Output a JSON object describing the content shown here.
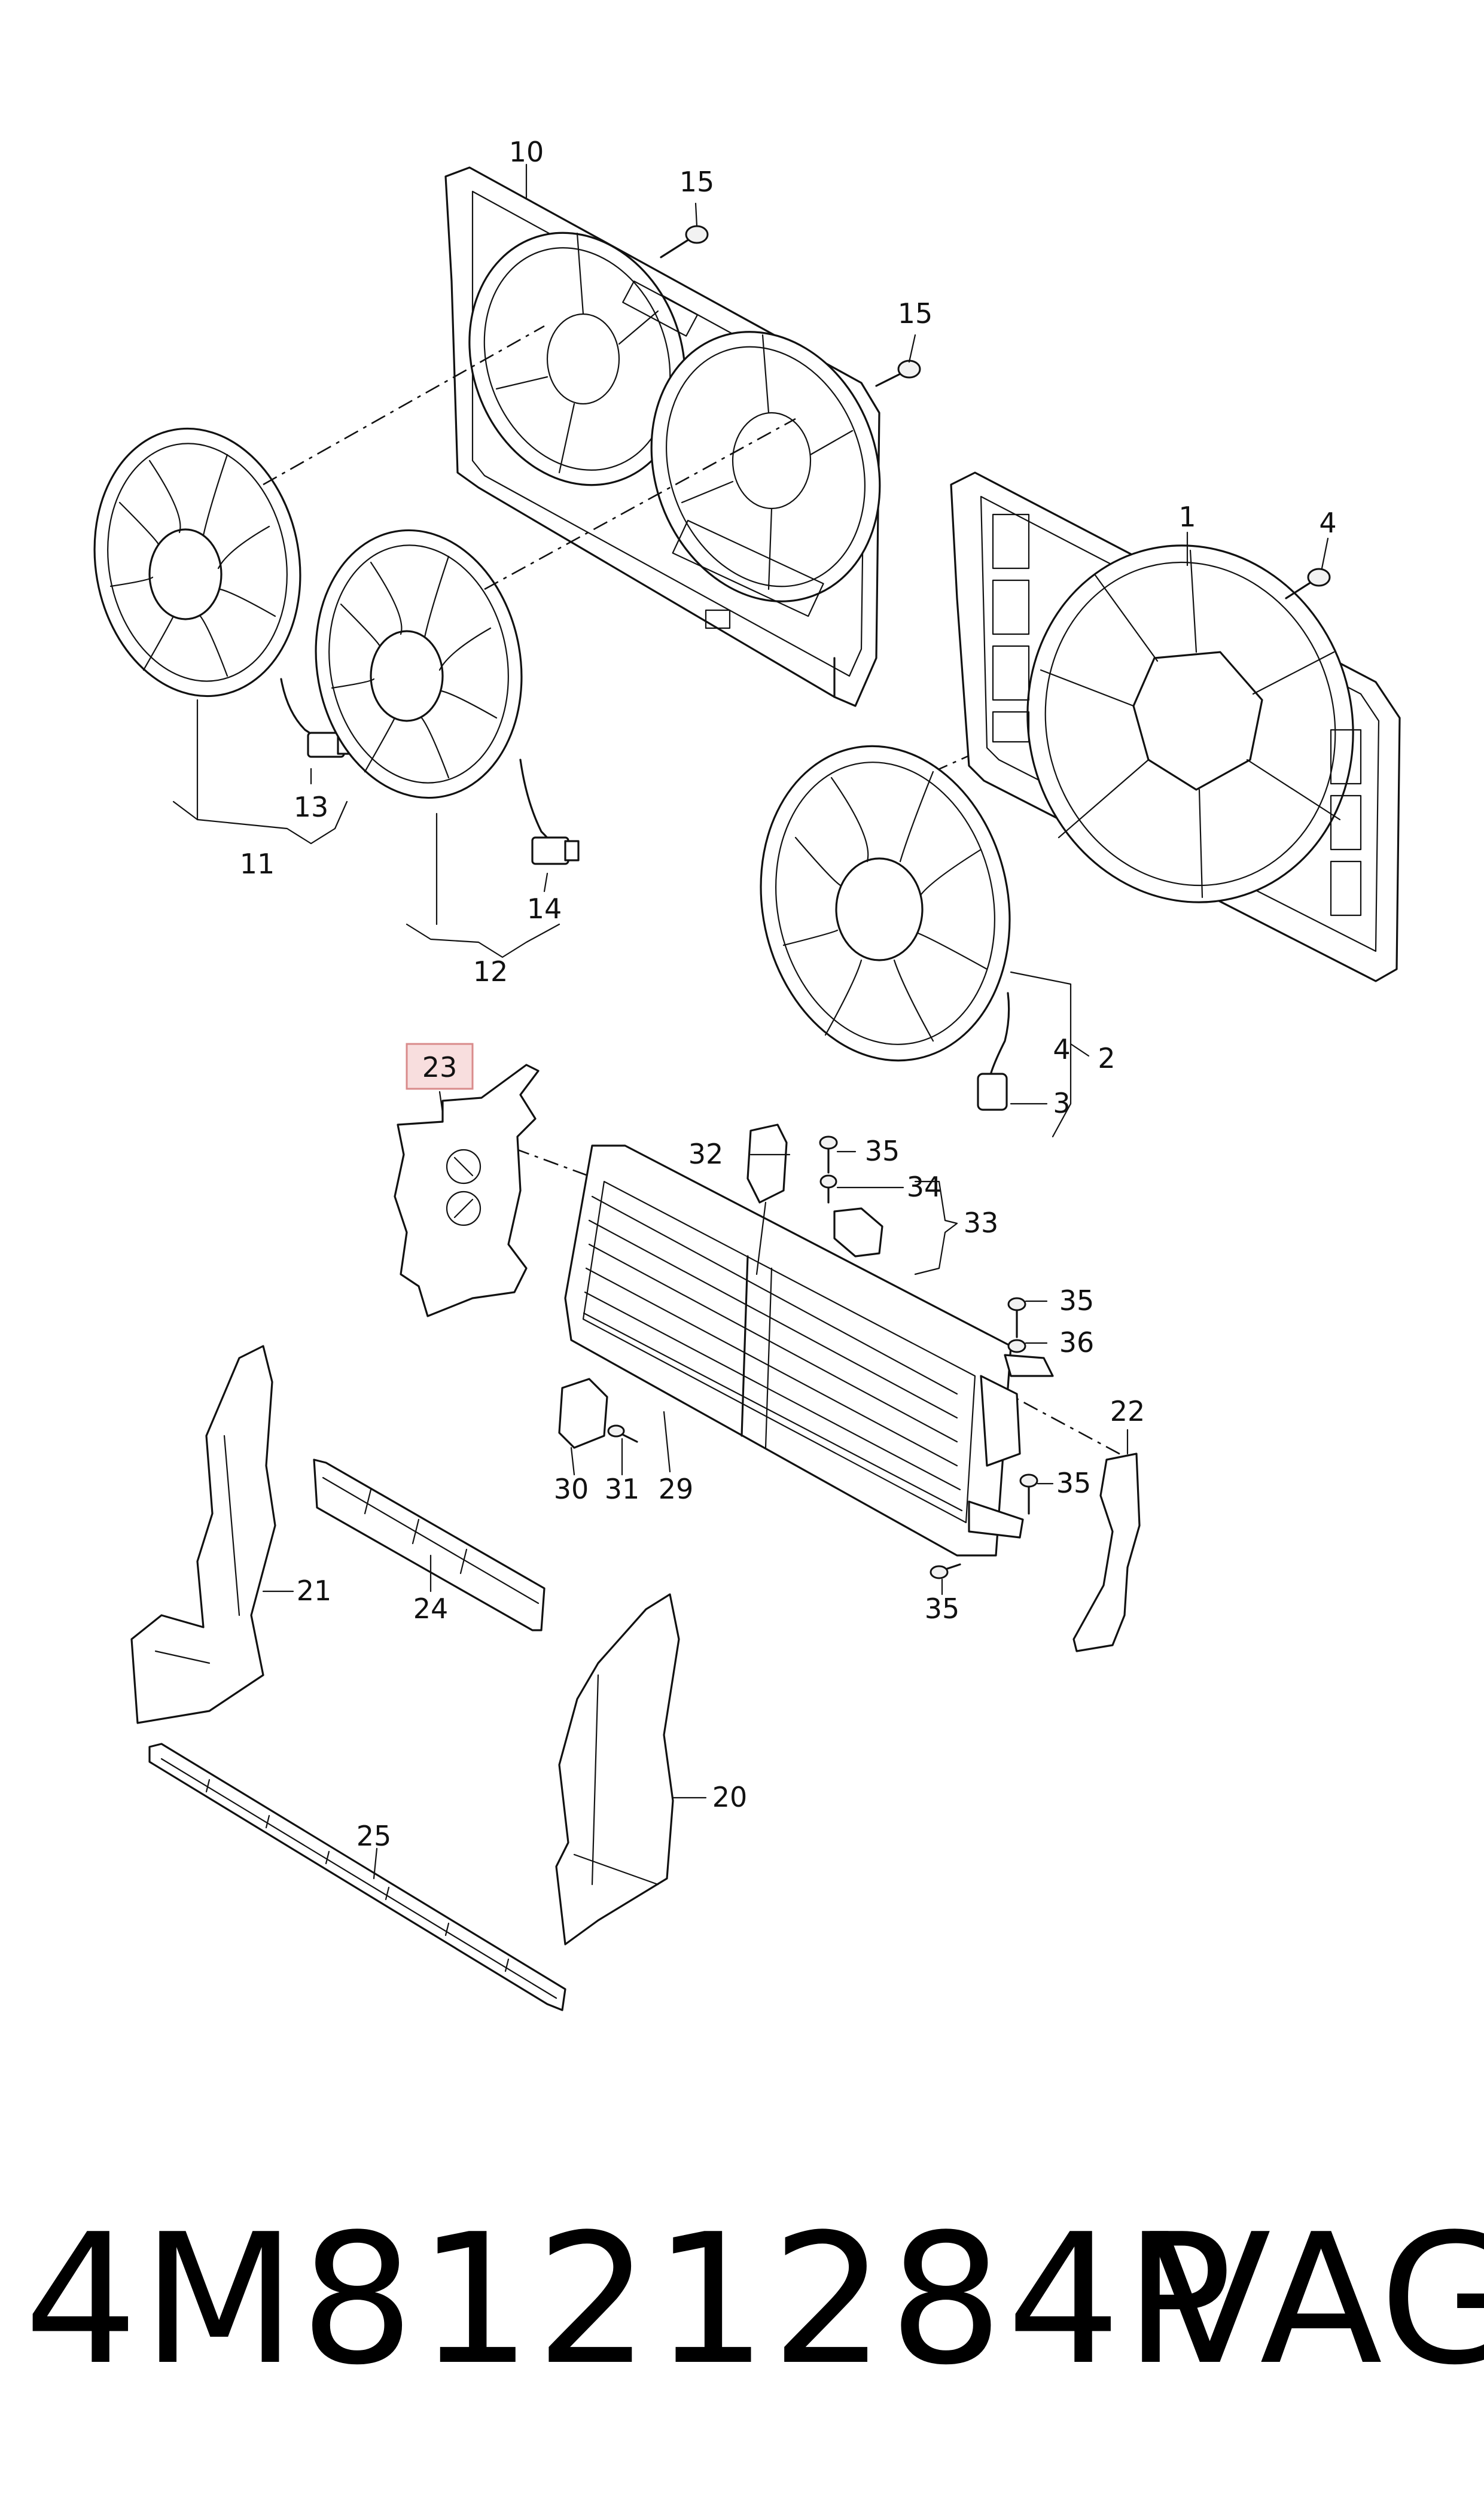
{
  "diagram": {
    "highlighted_part": "23",
    "callouts": {
      "c1": "1",
      "c2": "2",
      "c3": "3",
      "c4a": "4",
      "c4b": "4",
      "c10": "10",
      "c11": "11",
      "c12": "12",
      "c13": "13",
      "c14": "14",
      "c15a": "15",
      "c15b": "15",
      "c20": "20",
      "c21": "21",
      "c22": "22",
      "c23": "23",
      "c24": "24",
      "c25": "25",
      "c29": "29",
      "c30": "30",
      "c31": "31",
      "c32": "32",
      "c33": "33",
      "c34": "34",
      "c35a": "35",
      "c35b": "35",
      "c35c": "35",
      "c35d": "35",
      "c36": "36"
    }
  },
  "footer": {
    "part_number": "4M8121284P",
    "brand": "VAG"
  }
}
